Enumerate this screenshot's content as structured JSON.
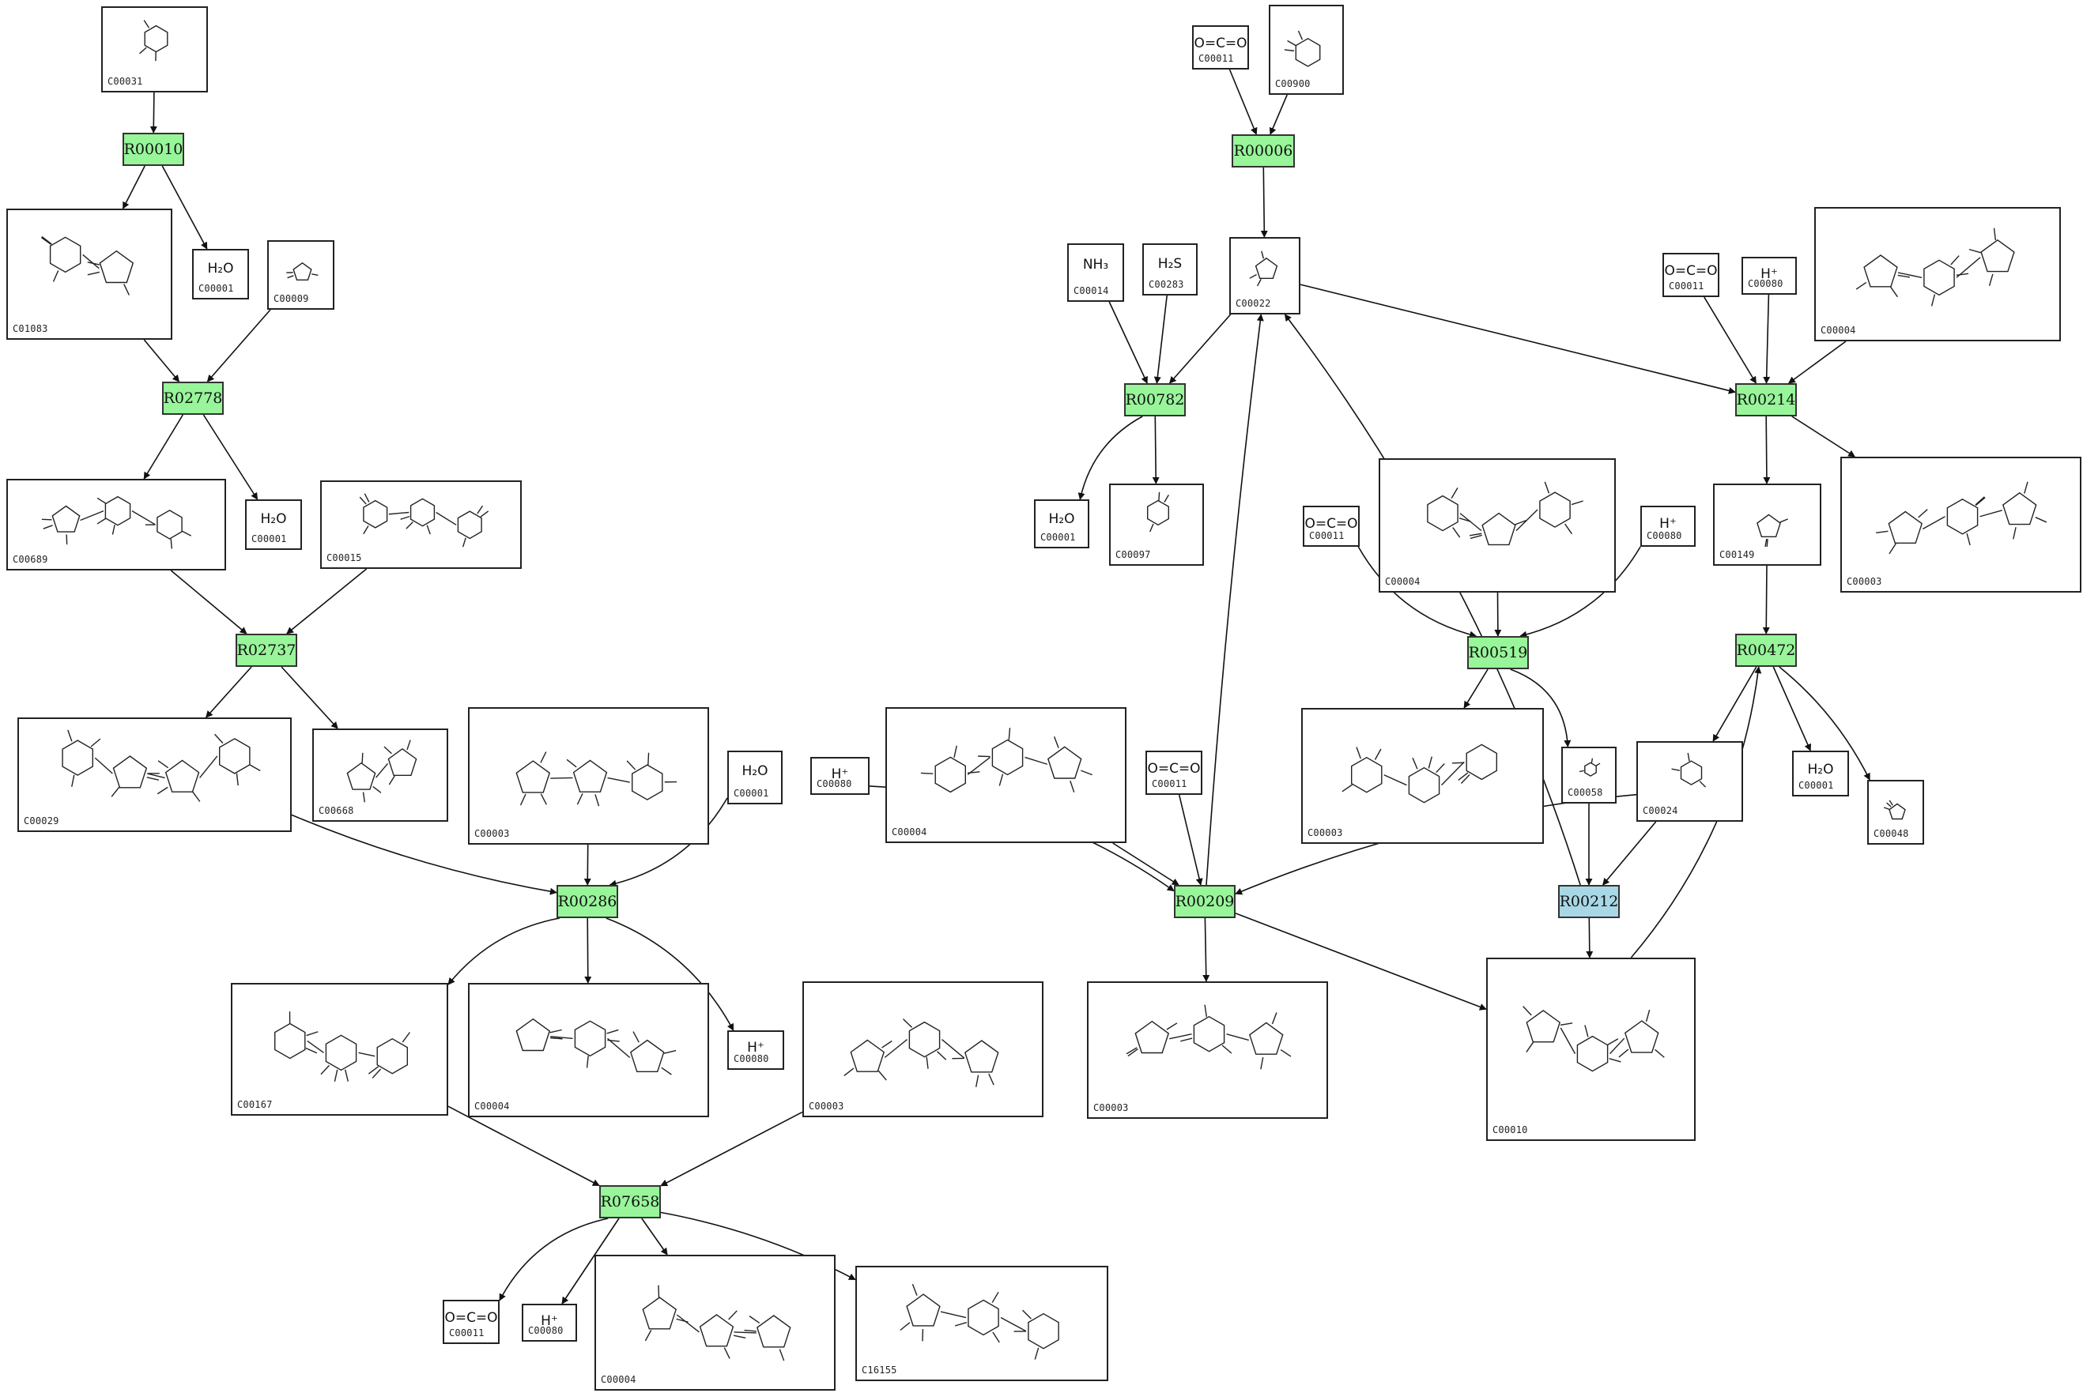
{
  "colors": {
    "reaction_fill": "#98f59a",
    "reaction_highlight_fill": "#a8d8e6",
    "edge": "#111111",
    "box_border": "#222222"
  },
  "reactions": [
    {
      "key": "R00010",
      "label": "R00010",
      "highlight": false
    },
    {
      "key": "R02778",
      "label": "R02778",
      "highlight": false
    },
    {
      "key": "R02737",
      "label": "R02737",
      "highlight": false
    },
    {
      "key": "R00286",
      "label": "R00286",
      "highlight": false
    },
    {
      "key": "R07658",
      "label": "R07658",
      "highlight": false
    },
    {
      "key": "R00006",
      "label": "R00006",
      "highlight": false
    },
    {
      "key": "R00782",
      "label": "R00782",
      "highlight": false
    },
    {
      "key": "R00214",
      "label": "R00214",
      "highlight": false
    },
    {
      "key": "R00519",
      "label": "R00519",
      "highlight": false
    },
    {
      "key": "R00472",
      "label": "R00472",
      "highlight": false
    },
    {
      "key": "R00209",
      "label": "R00209",
      "highlight": false
    },
    {
      "key": "R00212",
      "label": "R00212",
      "highlight": true
    }
  ],
  "compounds": [
    {
      "key": "c1",
      "id": "C00031",
      "kind": "struct"
    },
    {
      "key": "c2",
      "id": "C01083",
      "kind": "struct"
    },
    {
      "key": "c3",
      "id": "C00001",
      "kind": "formula",
      "formula": "H₂O"
    },
    {
      "key": "c4",
      "id": "C00009",
      "kind": "struct"
    },
    {
      "key": "c5",
      "id": "C00689",
      "kind": "struct"
    },
    {
      "key": "c6",
      "id": "C00001",
      "kind": "formula",
      "formula": "H₂O"
    },
    {
      "key": "c7",
      "id": "C00015",
      "kind": "struct"
    },
    {
      "key": "c8",
      "id": "C00029",
      "kind": "struct"
    },
    {
      "key": "c9",
      "id": "C00668",
      "kind": "struct"
    },
    {
      "key": "c10",
      "id": "C00003",
      "kind": "struct"
    },
    {
      "key": "c11",
      "id": "C00001",
      "kind": "formula",
      "formula": "H₂O"
    },
    {
      "key": "c12",
      "id": "C00167",
      "kind": "struct"
    },
    {
      "key": "c13",
      "id": "C00004",
      "kind": "struct"
    },
    {
      "key": "c14",
      "id": "C00080",
      "kind": "formula",
      "formula": "H⁺"
    },
    {
      "key": "c15",
      "id": "C00003",
      "kind": "struct"
    },
    {
      "key": "c16",
      "id": "C00011",
      "kind": "formula",
      "formula": "O=C=O"
    },
    {
      "key": "c17",
      "id": "C00080",
      "kind": "formula",
      "formula": "H⁺"
    },
    {
      "key": "c18",
      "id": "C00004",
      "kind": "struct"
    },
    {
      "key": "c19",
      "id": "C16155",
      "kind": "struct"
    },
    {
      "key": "c20",
      "id": "C00011",
      "kind": "formula",
      "formula": "O=C=O"
    },
    {
      "key": "c21",
      "id": "C00900",
      "kind": "struct"
    },
    {
      "key": "c22",
      "id": "C00014",
      "kind": "formula",
      "formula": "NH₃"
    },
    {
      "key": "c23",
      "id": "C00283",
      "kind": "formula",
      "formula": "H₂S"
    },
    {
      "key": "c24",
      "id": "C00022",
      "kind": "struct"
    },
    {
      "key": "c25",
      "id": "C00001",
      "kind": "formula",
      "formula": "H₂O"
    },
    {
      "key": "c26",
      "id": "C00097",
      "kind": "struct"
    },
    {
      "key": "c27",
      "id": "C00011",
      "kind": "formula",
      "formula": "O=C=O"
    },
    {
      "key": "c28",
      "id": "C00080",
      "kind": "formula",
      "formula": "H⁺"
    },
    {
      "key": "c29",
      "id": "C00004",
      "kind": "struct"
    },
    {
      "key": "c30",
      "id": "C00011",
      "kind": "formula",
      "formula": "O=C=O"
    },
    {
      "key": "c31",
      "id": "C00004",
      "kind": "struct"
    },
    {
      "key": "c32",
      "id": "C00080",
      "kind": "formula",
      "formula": "H⁺"
    },
    {
      "key": "c33",
      "id": "C00149",
      "kind": "struct"
    },
    {
      "key": "c34",
      "id": "C00003",
      "kind": "struct"
    },
    {
      "key": "c35",
      "id": "C00003",
      "kind": "struct"
    },
    {
      "key": "c36",
      "id": "C00058",
      "kind": "struct"
    },
    {
      "key": "c37",
      "id": "C00024",
      "kind": "struct"
    },
    {
      "key": "c38",
      "id": "C00001",
      "kind": "formula",
      "formula": "H₂O"
    },
    {
      "key": "c39",
      "id": "C00048",
      "kind": "struct"
    },
    {
      "key": "c40",
      "id": "C00080",
      "kind": "formula",
      "formula": "H⁺"
    },
    {
      "key": "c41",
      "id": "C00004",
      "kind": "struct"
    },
    {
      "key": "c42",
      "id": "C00011",
      "kind": "formula",
      "formula": "O=C=O"
    },
    {
      "key": "c43",
      "id": "C00003",
      "kind": "struct"
    },
    {
      "key": "c44",
      "id": "C00010",
      "kind": "struct"
    }
  ],
  "edges": [
    [
      "c1",
      "R00010"
    ],
    [
      "R00010",
      "c2"
    ],
    [
      "R00010",
      "c3"
    ],
    [
      "c2",
      "R02778"
    ],
    [
      "c4",
      "R02778"
    ],
    [
      "R02778",
      "c5"
    ],
    [
      "R02778",
      "c6"
    ],
    [
      "c5",
      "R02737"
    ],
    [
      "c7",
      "R02737"
    ],
    [
      "R02737",
      "c8"
    ],
    [
      "R02737",
      "c9"
    ],
    [
      "c8",
      "R00286"
    ],
    [
      "c10",
      "R00286"
    ],
    [
      "c11",
      "R00286"
    ],
    [
      "R00286",
      "c12"
    ],
    [
      "R00286",
      "c13"
    ],
    [
      "R00286",
      "c14"
    ],
    [
      "c12",
      "R07658"
    ],
    [
      "c15",
      "R07658"
    ],
    [
      "R07658",
      "c16"
    ],
    [
      "R07658",
      "c17"
    ],
    [
      "R07658",
      "c18"
    ],
    [
      "R07658",
      "c19"
    ],
    [
      "c20",
      "R00006"
    ],
    [
      "c21",
      "R00006"
    ],
    [
      "R00006",
      "c24"
    ],
    [
      "c22",
      "R00782"
    ],
    [
      "c23",
      "R00782"
    ],
    [
      "c24",
      "R00782"
    ],
    [
      "R00782",
      "c25"
    ],
    [
      "R00782",
      "c26"
    ],
    [
      "c24",
      "R00214"
    ],
    [
      "c27",
      "R00214"
    ],
    [
      "c28",
      "R00214"
    ],
    [
      "c29",
      "R00214"
    ],
    [
      "R00214",
      "c33"
    ],
    [
      "R00214",
      "c34"
    ],
    [
      "c30",
      "R00519"
    ],
    [
      "c31",
      "R00519"
    ],
    [
      "c32",
      "R00519"
    ],
    [
      "R00519",
      "c35"
    ],
    [
      "R00519",
      "c36"
    ],
    [
      "c33",
      "R00472"
    ],
    [
      "R00472",
      "c37"
    ],
    [
      "R00472",
      "c38"
    ],
    [
      "R00472",
      "c39"
    ],
    [
      "c40",
      "R00209"
    ],
    [
      "c41",
      "R00209"
    ],
    [
      "c42",
      "R00209"
    ],
    [
      "c37",
      "R00209"
    ],
    [
      "R00209",
      "c43"
    ],
    [
      "R00209",
      "c44"
    ],
    [
      "R00209",
      "c24"
    ],
    [
      "c36",
      "R00212"
    ],
    [
      "c37",
      "R00212"
    ],
    [
      "R00212",
      "c24"
    ],
    [
      "R00212",
      "c44"
    ],
    [
      "c44",
      "R00472"
    ]
  ]
}
